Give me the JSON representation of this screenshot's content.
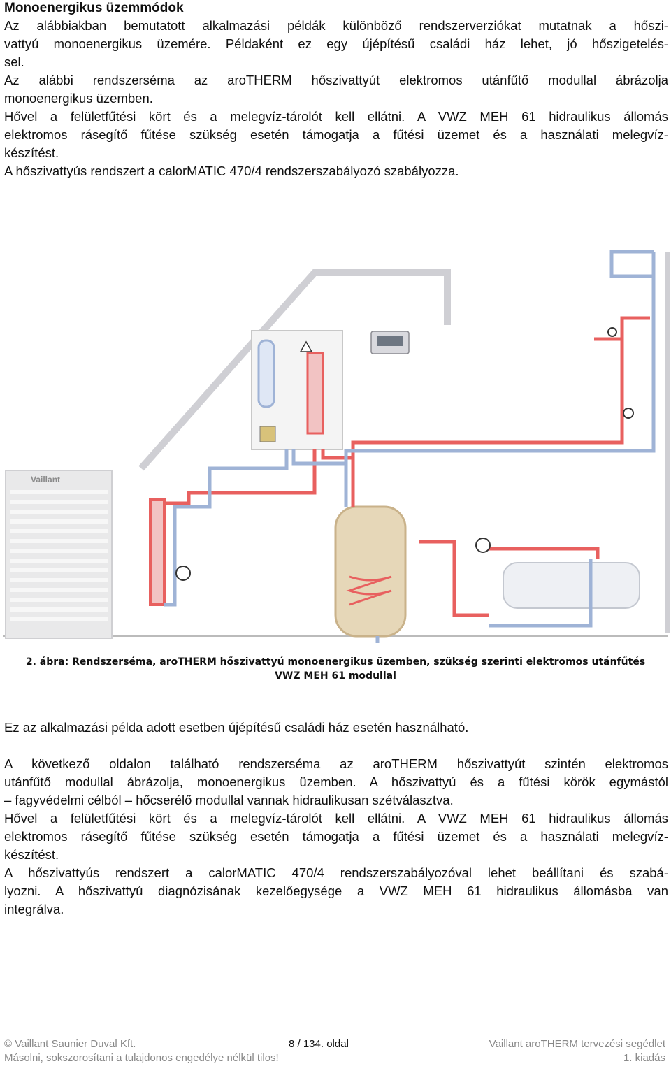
{
  "heading": "Monoenergikus üzemmódok",
  "intro_lines": [
    "Az alábbiakban bemutatott alkalmazási példák különböző rendszerverziókat mutatnak a hőszi-",
    "vattyú monoenergikus üzemére. Példaként ez egy újépítésű családi ház lehet, jó hőszigetelés-",
    "sel.",
    "Az alábbi rendszerséma az aroTHERM hőszivattyút elektromos utánfűtő modullal ábrázolja",
    "monoenergikus üzemben.",
    "Hővel a felületfűtési kört és a melegvíz-tárolót kell ellátni. A VWZ MEH 61 hidraulikus állomás",
    "elektromos rásegítő fűtése szükség esetén támogatja a fűtési üzemet és a használati melegvíz-",
    "készítést.",
    "A hőszivattyús rendszert a calorMATIC 470/4 rendszerszabályozó szabályozza."
  ],
  "figure": {
    "brand_label": "Vaillant",
    "caption_line1": "2. ábra: Rendszerséma, aroTHERM hőszivattyú monoenergikus üzemben, szükség szerinti elektromos utánfűtés",
    "caption_line2": "VWZ MEH 61 modullal"
  },
  "paragraph2": "Ez az alkalmazási példa adott esetben újépítésű családi ház esetén használható.",
  "paragraph3_lines": [
    "A következő oldalon található rendszerséma az aroTHERM hőszivattyút szintén elektromos",
    "utánfűtő modullal ábrázolja, monoenergikus üzemben. A hőszivattyú és a fűtési körök egymástól",
    "– fagyvédelmi célból – hőcserélő modullal vannak hidraulikusan szétválasztva.",
    "Hővel a felületfűtési kört és a melegvíz-tárolót kell ellátni. A VWZ MEH 61 hidraulikus állomás",
    "elektromos rásegítő fűtése szükség esetén támogatja a fűtési üzemet és a használati melegvíz-",
    "készítést.",
    "A hőszivattyús rendszert a calorMATIC 470/4 rendszerszabályozóval lehet beállítani és szabá-",
    "lyozni. A hőszivattyú diagnózisának kezelőegysége a VWZ MEH 61 hidraulikus állomásba van",
    "integrálva."
  ],
  "footer": {
    "company": "© Vaillant Saunier Duval Kft.",
    "page": "8 / 134. oldal",
    "title": "Vaillant aroTHERM tervezési segédlet",
    "copyright": "Másolni, sokszorosítani a tulajdonos engedélye nélkül tilos!",
    "edition": "1. kiadás"
  },
  "colors": {
    "hot_pipe": "#e8605f",
    "cold_pipe": "#9fb3d6",
    "unit_grey": "#e9e9ea"
  }
}
